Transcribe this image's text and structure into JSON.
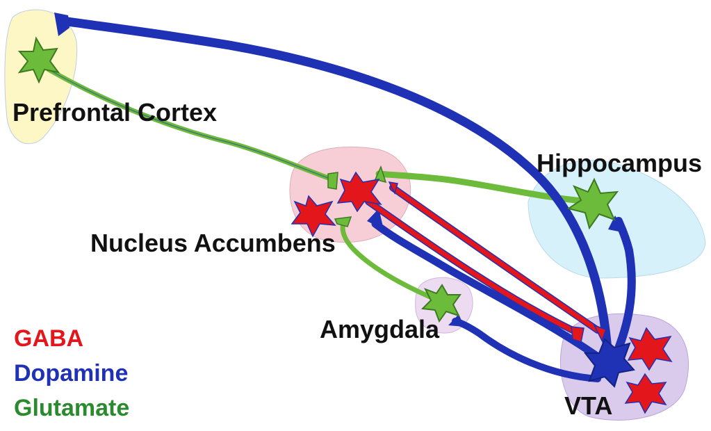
{
  "regions": {
    "prefrontal": "Prefrontal Cortex",
    "hippocampus": "Hippocampus",
    "nucleus_accumbens": "Nucleus Accumbens",
    "amygdala": "Amygdala",
    "vta": "VTA"
  },
  "legend": [
    {
      "label": "GABA",
      "color": "#e3161b"
    },
    {
      "label": "Dopamine",
      "color": "#1f31b4"
    },
    {
      "label": "Glutamate",
      "color": "#2c8a2e"
    }
  ],
  "colors": {
    "gaba": "#e3161b",
    "dopamine": "#1f31b4",
    "glutamate": "#6dbb3a",
    "glutamate_text": "#2c8a2e",
    "region_pfc": "#fdf6b8",
    "region_hippo": "#cdeefa",
    "region_nacc": "#f6c6cf",
    "region_amyg": "#ead7ef",
    "region_vta": "#d7c6ec"
  }
}
